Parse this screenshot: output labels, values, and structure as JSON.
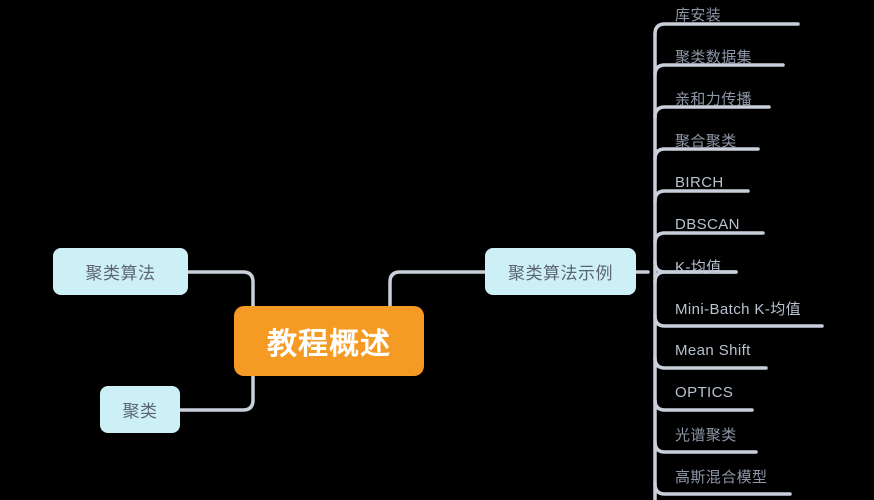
{
  "diagram": {
    "type": "mindmap",
    "title": "教程概述",
    "background_color": "#000000",
    "root_color": "#f59a23",
    "branch_color": "#cdf0f7",
    "connector_color": "#c9cfdb",
    "leaf_text_color": "#b9c2cf"
  },
  "root": {
    "label": "教程概述"
  },
  "left_branches": [
    {
      "label": "聚类算法"
    },
    {
      "label": "聚类"
    }
  ],
  "right_branch": {
    "label": "聚类算法示例"
  },
  "leaves": [
    {
      "label": "库安装",
      "script": "cjk"
    },
    {
      "label": "聚类数据集",
      "script": "cjk"
    },
    {
      "label": "亲和力传播",
      "script": "cjk"
    },
    {
      "label": "聚合聚类",
      "script": "cjk"
    },
    {
      "label": "BIRCH",
      "script": "latin"
    },
    {
      "label": "DBSCAN",
      "script": "latin"
    },
    {
      "label": "K-均值",
      "script": "mixed"
    },
    {
      "label": "Mini-Batch K-均值",
      "script": "mixed"
    },
    {
      "label": "Mean Shift",
      "script": "latin"
    },
    {
      "label": "OPTICS",
      "script": "latin"
    },
    {
      "label": "光谱聚类",
      "script": "cjk"
    },
    {
      "label": "高斯混合模型",
      "script": "cjk"
    }
  ]
}
